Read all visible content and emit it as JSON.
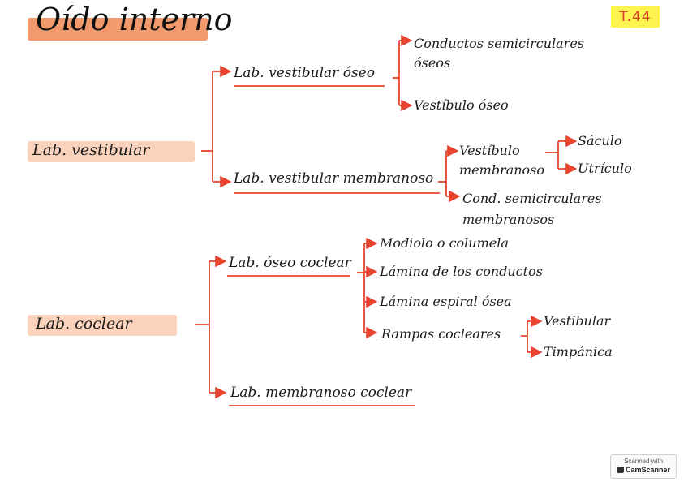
{
  "title": "Oído interno",
  "badge": "T.44",
  "colors": {
    "ink_red": "#e8432f",
    "highlight_orange": "#f39a6d",
    "highlight_peach": "#fbd3bd",
    "badge_yellow": "#fff44f"
  },
  "tree": {
    "vestibular": {
      "label": "Lab. vestibular",
      "oseo": {
        "label": "Lab. vestibular óseo",
        "items": [
          "Conductos semicirculares óseos",
          "Vestíbulo óseo"
        ]
      },
      "membranoso": {
        "label": "Lab. vestibular membranoso",
        "vestibulo": {
          "label": "Vestíbulo membranoso",
          "items": [
            "Sáculo",
            "Utrículo"
          ]
        },
        "cond": "Cond. semicirculares membranosos"
      }
    },
    "coclear": {
      "label": "Lab. coclear",
      "oseo": {
        "label": "Lab. óseo coclear",
        "items": [
          "Modiolo o columela",
          "Lámina de los conductos",
          "Lámina espiral ósea"
        ],
        "rampas": {
          "label": "Rampas cocleares",
          "items": [
            "Vestibular",
            "Timpánica"
          ]
        }
      },
      "membranoso": {
        "label": "Lab. membranoso coclear"
      }
    }
  },
  "watermark": {
    "line1": "Scanned with",
    "line2": "CamScanner"
  }
}
